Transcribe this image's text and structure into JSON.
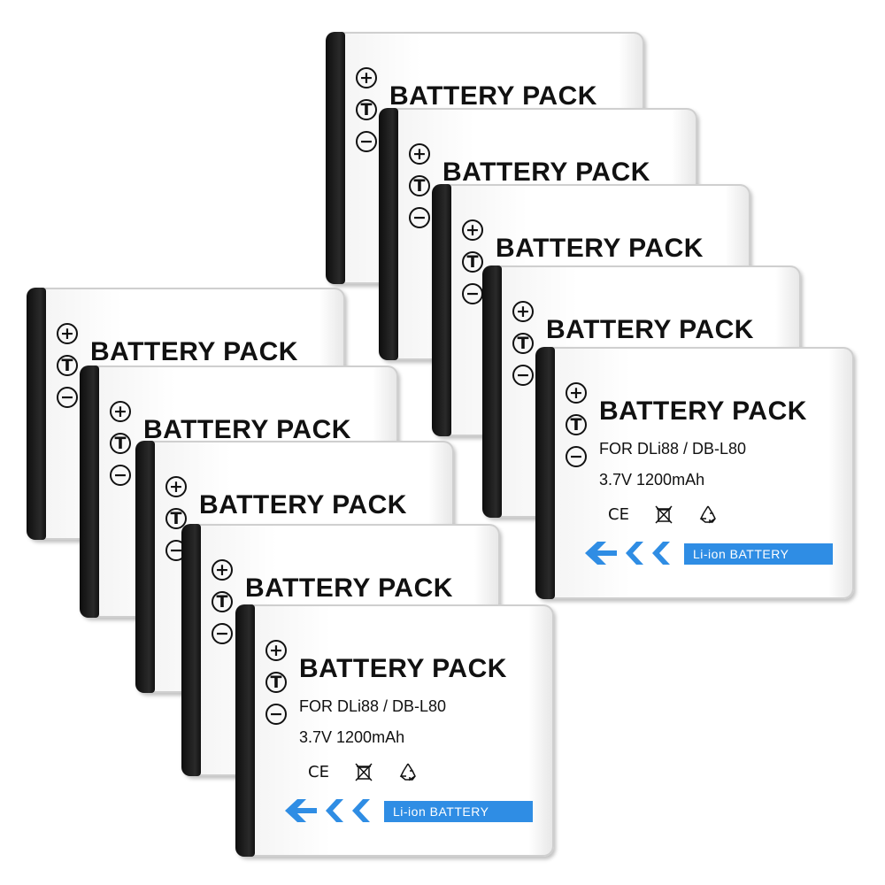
{
  "product": {
    "title": "BATTERY PACK",
    "model": "FOR  DLi88 / DB-L80",
    "spec": "3.7V   1200mAh",
    "ce_mark": "CE",
    "chemistry": "Li-ion BATTERY",
    "terminals": [
      "+",
      "T",
      "−"
    ],
    "count": 10
  },
  "colors": {
    "accent": "#2f8de4",
    "cap": "#111111",
    "body": "#ffffff"
  },
  "icons": [
    "plus-terminal-icon",
    "t-terminal-icon",
    "minus-terminal-icon",
    "weee-bin-icon",
    "recycle-icon",
    "arrow-left-icon"
  ]
}
